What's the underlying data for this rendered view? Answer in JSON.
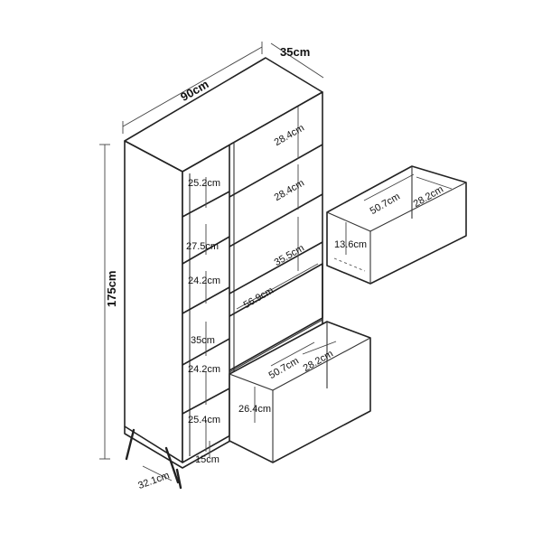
{
  "dimensions": {
    "width": "90cm",
    "depth": "35cm",
    "height": "175cm",
    "leg_height": "15cm",
    "leg_spacing": "32.1cm"
  },
  "left_shelf_heights": [
    "25.2cm",
    "27.5cm",
    "24.2cm",
    "35cm",
    "24.2cm",
    "25.4cm"
  ],
  "right_shelf_heights": [
    "28.4cm",
    "28.4cm",
    "35.5cm"
  ],
  "right_width": "56.9cm",
  "small_drawer": {
    "width": "50.7cm",
    "depth": "28.2cm",
    "height": "13.6cm"
  },
  "large_drawer": {
    "width": "50.7cm",
    "depth": "28.2cm",
    "height": "26.4cm"
  }
}
